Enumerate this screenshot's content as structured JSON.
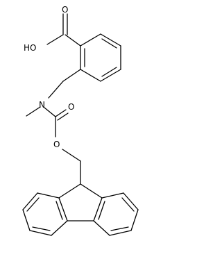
{
  "molecule": {
    "atoms": {
      "hydroxyl": "HO",
      "carbonyl_oxygen_acid": "O",
      "nitrogen": "N",
      "carbonyl_oxygen_carbamate": "O",
      "ester_oxygen": "O"
    },
    "colors": {
      "bond": "#000000",
      "label": "#000000",
      "background": "#ffffff"
    }
  }
}
